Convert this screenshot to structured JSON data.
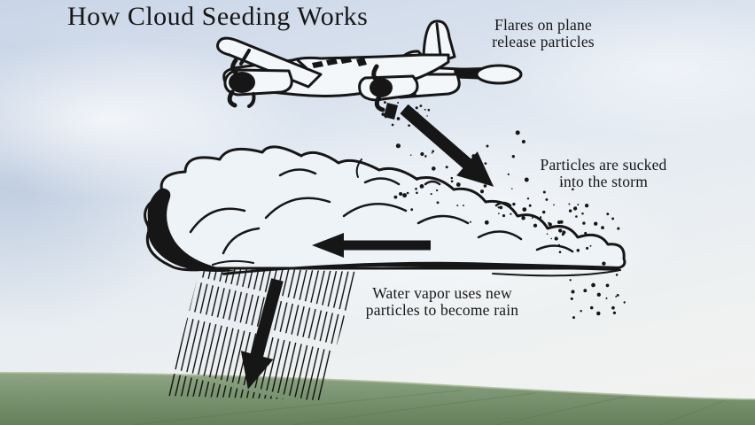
{
  "title": "How Cloud Seeding Works",
  "labels": {
    "flares": {
      "line1": "Flares on plane",
      "line2": "release particles"
    },
    "storm": {
      "line1": "Particles are sucked",
      "line2": "into the storm"
    },
    "rain": {
      "line1": "Water vapor uses new",
      "line2": "particles to become rain"
    }
  },
  "figures": {
    "airplane": "twin-engine-seeding-plane",
    "cloud": "storm-cloud",
    "rain_streaks": "rain-falling-to-field",
    "particles": "seeding-particle-dots",
    "arrow_plane_to_storm": "diagonal-arrow",
    "arrow_into_cloud": "left-arrow",
    "arrow_rain_to_ground": "down-arrow"
  },
  "colors": {
    "ink": "#161616",
    "sky_top": "#c9d5e7",
    "sky_mid": "#e3eaf2",
    "sky_horizon": "#f0f2f1",
    "grass_light": "#93a785",
    "grass_mid": "#7e9774",
    "grass_dark": "#66805c"
  }
}
